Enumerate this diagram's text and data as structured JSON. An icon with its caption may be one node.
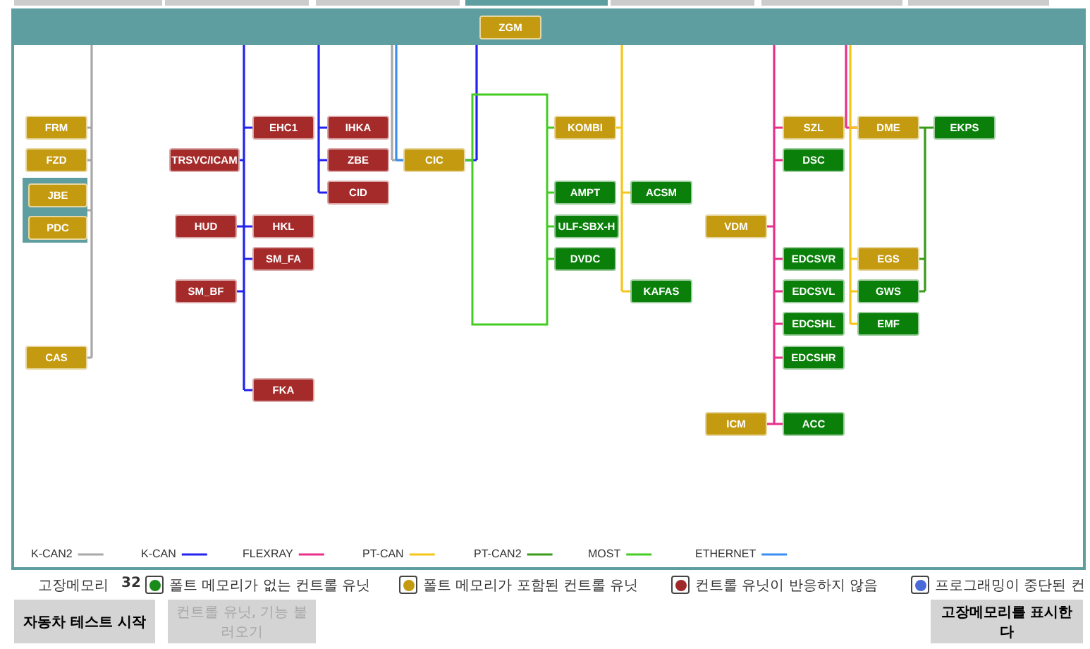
{
  "diagram": {
    "nodes": [
      {
        "text": [
          "ZGM"
        ]
      },
      {
        "text": [
          "FRM"
        ]
      },
      {
        "text": [
          "FZD"
        ]
      },
      {
        "text": [],
        "shape": "box"
      },
      {
        "text": [
          "JBE"
        ],
        "in": 3
      },
      {
        "text": [
          "PDC"
        ],
        "in": 3
      },
      {
        "text": [
          "CAS"
        ]
      },
      {
        "text": [
          "TRSVC/ICAM"
        ]
      },
      {
        "text": [
          "EHC1"
        ]
      },
      {
        "text": [
          "HUD"
        ]
      },
      {
        "text": [
          "HKL"
        ]
      },
      {
        "text": [
          "SM_FA"
        ]
      },
      {
        "text": [
          "SM_BF"
        ]
      },
      {
        "text": [
          "FKA"
        ]
      },
      {
        "text": [
          "IHKA"
        ]
      },
      {
        "text": [
          "ZBE"
        ]
      },
      {
        "text": [
          "CID"
        ]
      },
      {
        "text": [
          "CIC"
        ]
      },
      {
        "text": [
          "KOMBI"
        ]
      },
      {
        "text": [
          "AMPT"
        ]
      },
      {
        "text": [
          "ULF-SBX-H"
        ]
      },
      {
        "text": [
          "DVDC"
        ]
      },
      {
        "text": [
          "ACSM"
        ]
      },
      {
        "text": [
          "KAFAS"
        ]
      },
      {
        "text": [
          "SZL"
        ]
      },
      {
        "text": [
          "DSC"
        ]
      },
      {
        "text": [
          "VDM"
        ]
      },
      {
        "text": [
          "EDCSVR"
        ]
      },
      {
        "text": [
          "EDCSVL"
        ]
      },
      {
        "text": [
          "EDCSHL"
        ]
      },
      {
        "text": [
          "EDCSHR"
        ]
      },
      {
        "text": [
          "ICM"
        ]
      },
      {
        "text": [
          "ACC"
        ]
      },
      {
        "text": [
          "DME"
        ]
      },
      {
        "text": [
          "EGS"
        ]
      },
      {
        "text": [
          "GWS"
        ]
      },
      {
        "text": [
          "EMF"
        ]
      },
      {
        "text": [
          "EKPS"
        ]
      }
    ],
    "edges": [
      {
        "from": 0,
        "to": 1,
        "arrow": "none",
        "color": "#a8a8a8"
      },
      {
        "from": 0,
        "to": 2,
        "arrow": "none",
        "color": "#a8a8a8"
      },
      {
        "from": 0,
        "to": 3,
        "arrow": "none",
        "color": "#a8a8a8"
      },
      {
        "from": 0,
        "to": 6,
        "arrow": "none",
        "color": "#a8a8a8"
      },
      {
        "from": 0,
        "to": 7,
        "arrow": "none",
        "color": "#2222ee"
      },
      {
        "from": 0,
        "to": 8,
        "arrow": "none",
        "color": "#2222ee"
      },
      {
        "from": 0,
        "to": 9,
        "arrow": "none",
        "color": "#2222ee"
      },
      {
        "from": 0,
        "to": 10,
        "arrow": "none",
        "color": "#2222ee"
      },
      {
        "from": 0,
        "to": 11,
        "arrow": "none",
        "color": "#2222ee"
      },
      {
        "from": 0,
        "to": 12,
        "arrow": "none",
        "color": "#2222ee"
      },
      {
        "from": 0,
        "to": 13,
        "arrow": "none",
        "color": "#2222ee"
      },
      {
        "from": 0,
        "to": 14,
        "arrow": "none",
        "color": "#2222ee"
      },
      {
        "from": 0,
        "to": 15,
        "arrow": "none",
        "color": "#2222ee"
      },
      {
        "from": 0,
        "to": 16,
        "arrow": "none",
        "color": "#2222ee"
      },
      {
        "from": 0,
        "to": 17,
        "arrow": "none",
        "color": "#a8a8a8"
      },
      {
        "from": 0,
        "to": 17,
        "arrow": "none",
        "color": "#3a8ef0"
      },
      {
        "from": 0,
        "to": 17,
        "arrow": "none",
        "color": "#2222ee"
      },
      {
        "from": 17,
        "to": 18,
        "arrow": "none",
        "color": "#44cc22"
      },
      {
        "from": 17,
        "to": 19,
        "arrow": "none",
        "color": "#44cc22"
      },
      {
        "from": 17,
        "to": 20,
        "arrow": "none",
        "color": "#44cc22"
      },
      {
        "from": 17,
        "to": 21,
        "arrow": "none",
        "color": "#44cc22"
      },
      {
        "from": 0,
        "to": 18,
        "arrow": "none",
        "color": "#f5c518"
      },
      {
        "from": 0,
        "to": 22,
        "arrow": "none",
        "color": "#f5c518"
      },
      {
        "from": 0,
        "to": 23,
        "arrow": "none",
        "color": "#f5c518"
      },
      {
        "from": 0,
        "to": 24,
        "arrow": "none",
        "color": "#e8308a"
      },
      {
        "from": 0,
        "to": 25,
        "arrow": "none",
        "color": "#e8308a"
      },
      {
        "from": 0,
        "to": 26,
        "arrow": "none",
        "color": "#e8308a"
      },
      {
        "from": 0,
        "to": 27,
        "arrow": "none",
        "color": "#e8308a"
      },
      {
        "from": 0,
        "to": 28,
        "arrow": "none",
        "color": "#e8308a"
      },
      {
        "from": 0,
        "to": 29,
        "arrow": "none",
        "color": "#e8308a"
      },
      {
        "from": 0,
        "to": 30,
        "arrow": "none",
        "color": "#e8308a"
      },
      {
        "from": 0,
        "to": 31,
        "arrow": "none",
        "color": "#e8308a"
      },
      {
        "from": 0,
        "to": 32,
        "arrow": "none",
        "color": "#e8308a"
      },
      {
        "from": 0,
        "to": 33,
        "arrow": "none",
        "color": "#e8308a"
      },
      {
        "from": 0,
        "to": 33,
        "arrow": "none",
        "color": "#f5c518"
      },
      {
        "from": 0,
        "to": 34,
        "arrow": "none",
        "color": "#f5c518"
      },
      {
        "from": 0,
        "to": 35,
        "arrow": "none",
        "color": "#f5c518"
      },
      {
        "from": 0,
        "to": 36,
        "arrow": "none",
        "color": "#f5c518"
      },
      {
        "from": 33,
        "to": 37,
        "arrow": "none",
        "color": "#3a9a1a"
      },
      {
        "from": 33,
        "to": 34,
        "arrow": "none",
        "color": "#3a9a1a"
      },
      {
        "from": 33,
        "to": 35,
        "arrow": "none",
        "color": "#3a9a1a"
      }
    ],
    "labels": [
      "고장메모리",
      "32",
      "자동차 테스트 시작",
      "컨트롤 유닛, 기능 불러오기",
      "고장메모리를 표시한다"
    ],
    "legend": [
      {
        "text": "K-CAN2"
      },
      {
        "text": "K-CAN"
      },
      {
        "text": "FLEXRAY"
      },
      {
        "text": "PT-CAN"
      },
      {
        "text": "PT-CAN2"
      },
      {
        "text": "MOST"
      },
      {
        "text": "ETHERNET"
      },
      {
        "text": "폴트 메모리가 없는 컨트롤 유닛",
        "color": "#1a8a1a"
      },
      {
        "text": "폴트 메모리가 포함된 컨트롤 유닛",
        "color": "#c49a10"
      },
      {
        "text": "컨트롤 유닛이 반응하지 않음",
        "color": "#a02828"
      },
      {
        "text": "프로그래밍이 중단된 컨",
        "color": "#4a6ad8"
      }
    ]
  }
}
